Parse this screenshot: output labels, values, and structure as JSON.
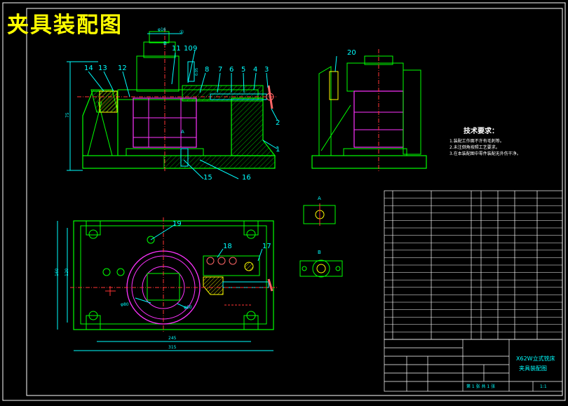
{
  "title": "夹具装配图",
  "tech_requirements": {
    "heading": "技术要求：",
    "items": [
      "1.装配工作面不许有毛刺等。",
      "2.未注倒角按照工艺要求。",
      "3.在本装配图中零件装配无外伤干净。"
    ]
  },
  "part_numbers": {
    "front_view_top": [
      "14",
      "13",
      "12",
      "11",
      "10",
      "9",
      "8",
      "7",
      "6",
      "5",
      "4",
      "3"
    ],
    "front_view_right": [
      "2",
      "1"
    ],
    "front_view_bottom": [
      "15",
      "16"
    ],
    "side_view": [
      "20"
    ],
    "top_view": [
      "19",
      "18",
      "17"
    ]
  },
  "section_labels": {
    "a": "A",
    "b": "B",
    "phi_top": "φ16",
    "ref_dim": "B",
    "sym": "①",
    "tol": "0.05",
    "height_dim": "75",
    "len_inner": "245",
    "len_outer": "315",
    "width_inner": "120",
    "width_outer": "160",
    "circle_dim1": "φ80",
    "circle_dim2": "φ60"
  },
  "title_block": {
    "name_line1": "X62W立式铣床",
    "name_line2": "夹具装配图",
    "sheet": "第 1 张   共 1 张",
    "scale": "1:1"
  }
}
